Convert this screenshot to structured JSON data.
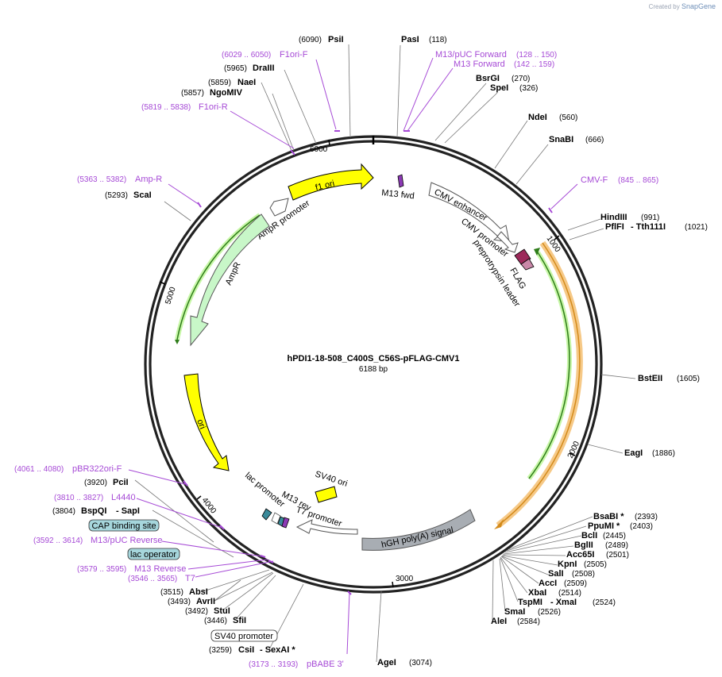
{
  "branding": {
    "created_by": "Created by",
    "product": "SnapGene"
  },
  "plasmid": {
    "name": "hPDI1-18-508_C400S_C56S-pFLAG-CMV1",
    "length": "6188 bp"
  },
  "colors": {
    "primer": "#a64ad6",
    "feature_yellow": "#ffff00",
    "feature_green": "#c8f7c8",
    "feature_gray": "#a8adb3",
    "feature_orange": "#f5b94a",
    "feature_teal": "#3a8a9a",
    "label_box_blue": "#a6d6dc"
  },
  "ticks": [
    "1000",
    "2000",
    "3000",
    "4000",
    "5000",
    "6000"
  ],
  "enzymes": [
    {
      "name": "PsiI",
      "pos": "(6090)"
    },
    {
      "name": "PasI",
      "pos": "(118)"
    },
    {
      "name": "BsrGI",
      "pos": "(270)"
    },
    {
      "name": "SpeI",
      "pos": "(326)"
    },
    {
      "name": "NdeI",
      "pos": "(560)"
    },
    {
      "name": "SnaBI",
      "pos": "(666)"
    },
    {
      "name": "HindIII",
      "pos": "(991)"
    },
    {
      "name": "PflFI",
      "pos": "(1021)"
    },
    {
      "name": "BstEII",
      "pos": "(1605)"
    },
    {
      "name": "EagI",
      "pos": "(1886)"
    },
    {
      "name": "BsaBI",
      "pos": "(2393)"
    },
    {
      "name": "PpuMI",
      "pos": "(2403)"
    },
    {
      "name": "BclI",
      "pos": "(2445)"
    },
    {
      "name": "BglII",
      "pos": "(2489)"
    },
    {
      "name": "Acc65I",
      "pos": "(2501)"
    },
    {
      "name": "KpnI",
      "pos": "(2505)"
    },
    {
      "name": "SalI",
      "pos": "(2508)"
    },
    {
      "name": "AccI",
      "pos": "(2509)"
    },
    {
      "name": "XbaI",
      "pos": "(2514)"
    },
    {
      "name": "TspMI",
      "pos": "(2524)"
    },
    {
      "name": "SmaI",
      "pos": "(2526)"
    },
    {
      "name": "AleI",
      "pos": "(2584)"
    },
    {
      "name": "AgeI",
      "pos": "(3074)"
    },
    {
      "name": "CsiI",
      "pos": "(3259)"
    },
    {
      "name": "SfiI",
      "pos": "(3446)"
    },
    {
      "name": "StuI",
      "pos": "(3492)"
    },
    {
      "name": "AvrII",
      "pos": "(3493)"
    },
    {
      "name": "AbsI",
      "pos": "(3515)"
    },
    {
      "name": "BspQI",
      "pos": "(3804)"
    },
    {
      "name": "PciI",
      "pos": "(3920)"
    },
    {
      "name": "ScaI",
      "pos": "(5293)"
    },
    {
      "name": "NgoMIV",
      "pos": "(5857)"
    },
    {
      "name": "NaeI",
      "pos": "(5859)"
    },
    {
      "name": "DraIII",
      "pos": "(5965)"
    }
  ],
  "enzyme_pairs": {
    "tth111i": "- Tth111I",
    "xmai": "- XmaI",
    "sexai": "- SexAI *",
    "sapi": "- SapI",
    "bsabi_star": "BsaBI *",
    "ppumi_star": "PpuMI *"
  },
  "primers": [
    {
      "name": "F1ori-F",
      "range": "(6029 .. 6050)"
    },
    {
      "name": "M13/pUC Forward",
      "range": "(128 .. 150)"
    },
    {
      "name": "M13 Forward",
      "range": "(142 .. 159)"
    },
    {
      "name": "F1ori-R",
      "range": "(5819 .. 5838)"
    },
    {
      "name": "Amp-R",
      "range": "(5363 .. 5382)"
    },
    {
      "name": "CMV-F",
      "range": "(845 .. 865)"
    },
    {
      "name": "pBR322ori-F",
      "range": "(4061 .. 4080)"
    },
    {
      "name": "L4440",
      "range": "(3810 .. 3827)"
    },
    {
      "name": "M13/pUC Reverse",
      "range": "(3592 .. 3614)"
    },
    {
      "name": "M13 Reverse",
      "range": "(3579 .. 3595)"
    },
    {
      "name": "T7",
      "range": "(3546 .. 3565)"
    },
    {
      "name": "pBABE 3'",
      "range": "(3173 .. 3193)"
    }
  ],
  "boxed_labels": {
    "cap": "CAP binding site",
    "lac_op": "lac operator",
    "sv40_promoter": "SV40 promoter"
  },
  "features": {
    "f1_ori": "f1 ori",
    "m13_fwd": "M13 fwd",
    "cmv_enhancer": "CMV enhancer",
    "cmv_promoter": "CMV promoter",
    "preprotrypsin": "preprotrypsin leader",
    "flag": "FLAG",
    "ampr_promoter": "AmpR promoter",
    "ampr": "AmpR",
    "ori": "ori",
    "lac_promoter": "lac promoter",
    "m13_rev": "M13 rev",
    "t7_promoter": "T7 promoter",
    "sv40_ori": "SV40 ori",
    "hgh": "hGH poly(A) signal"
  }
}
